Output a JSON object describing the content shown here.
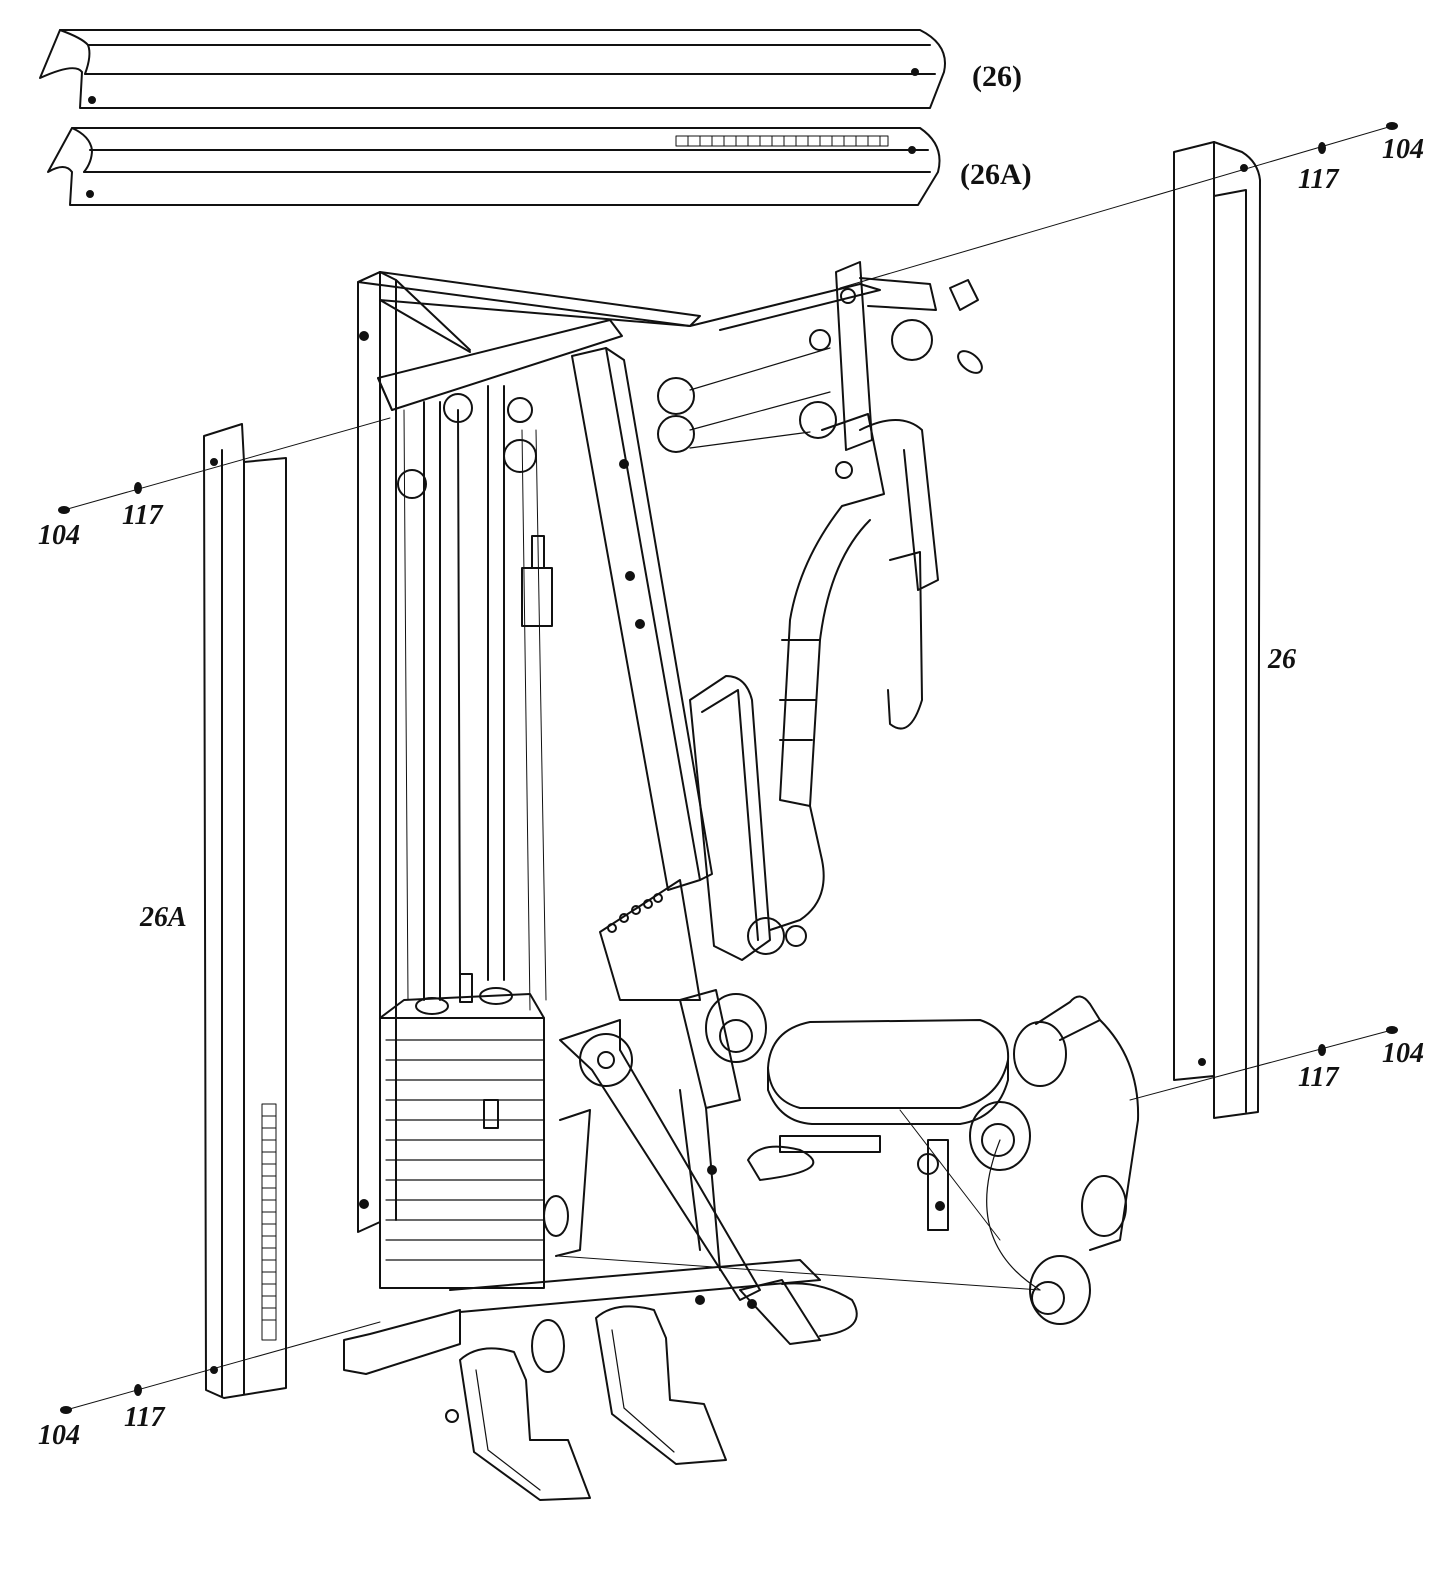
{
  "labels": {
    "top_shroud": "(26)",
    "top_shroud_a": "(26A)",
    "left_upright": "26A",
    "right_upright": "26",
    "bolt": "104",
    "washer": "117"
  },
  "colors": {
    "ink": "#111111",
    "paper": "#ffffff"
  }
}
